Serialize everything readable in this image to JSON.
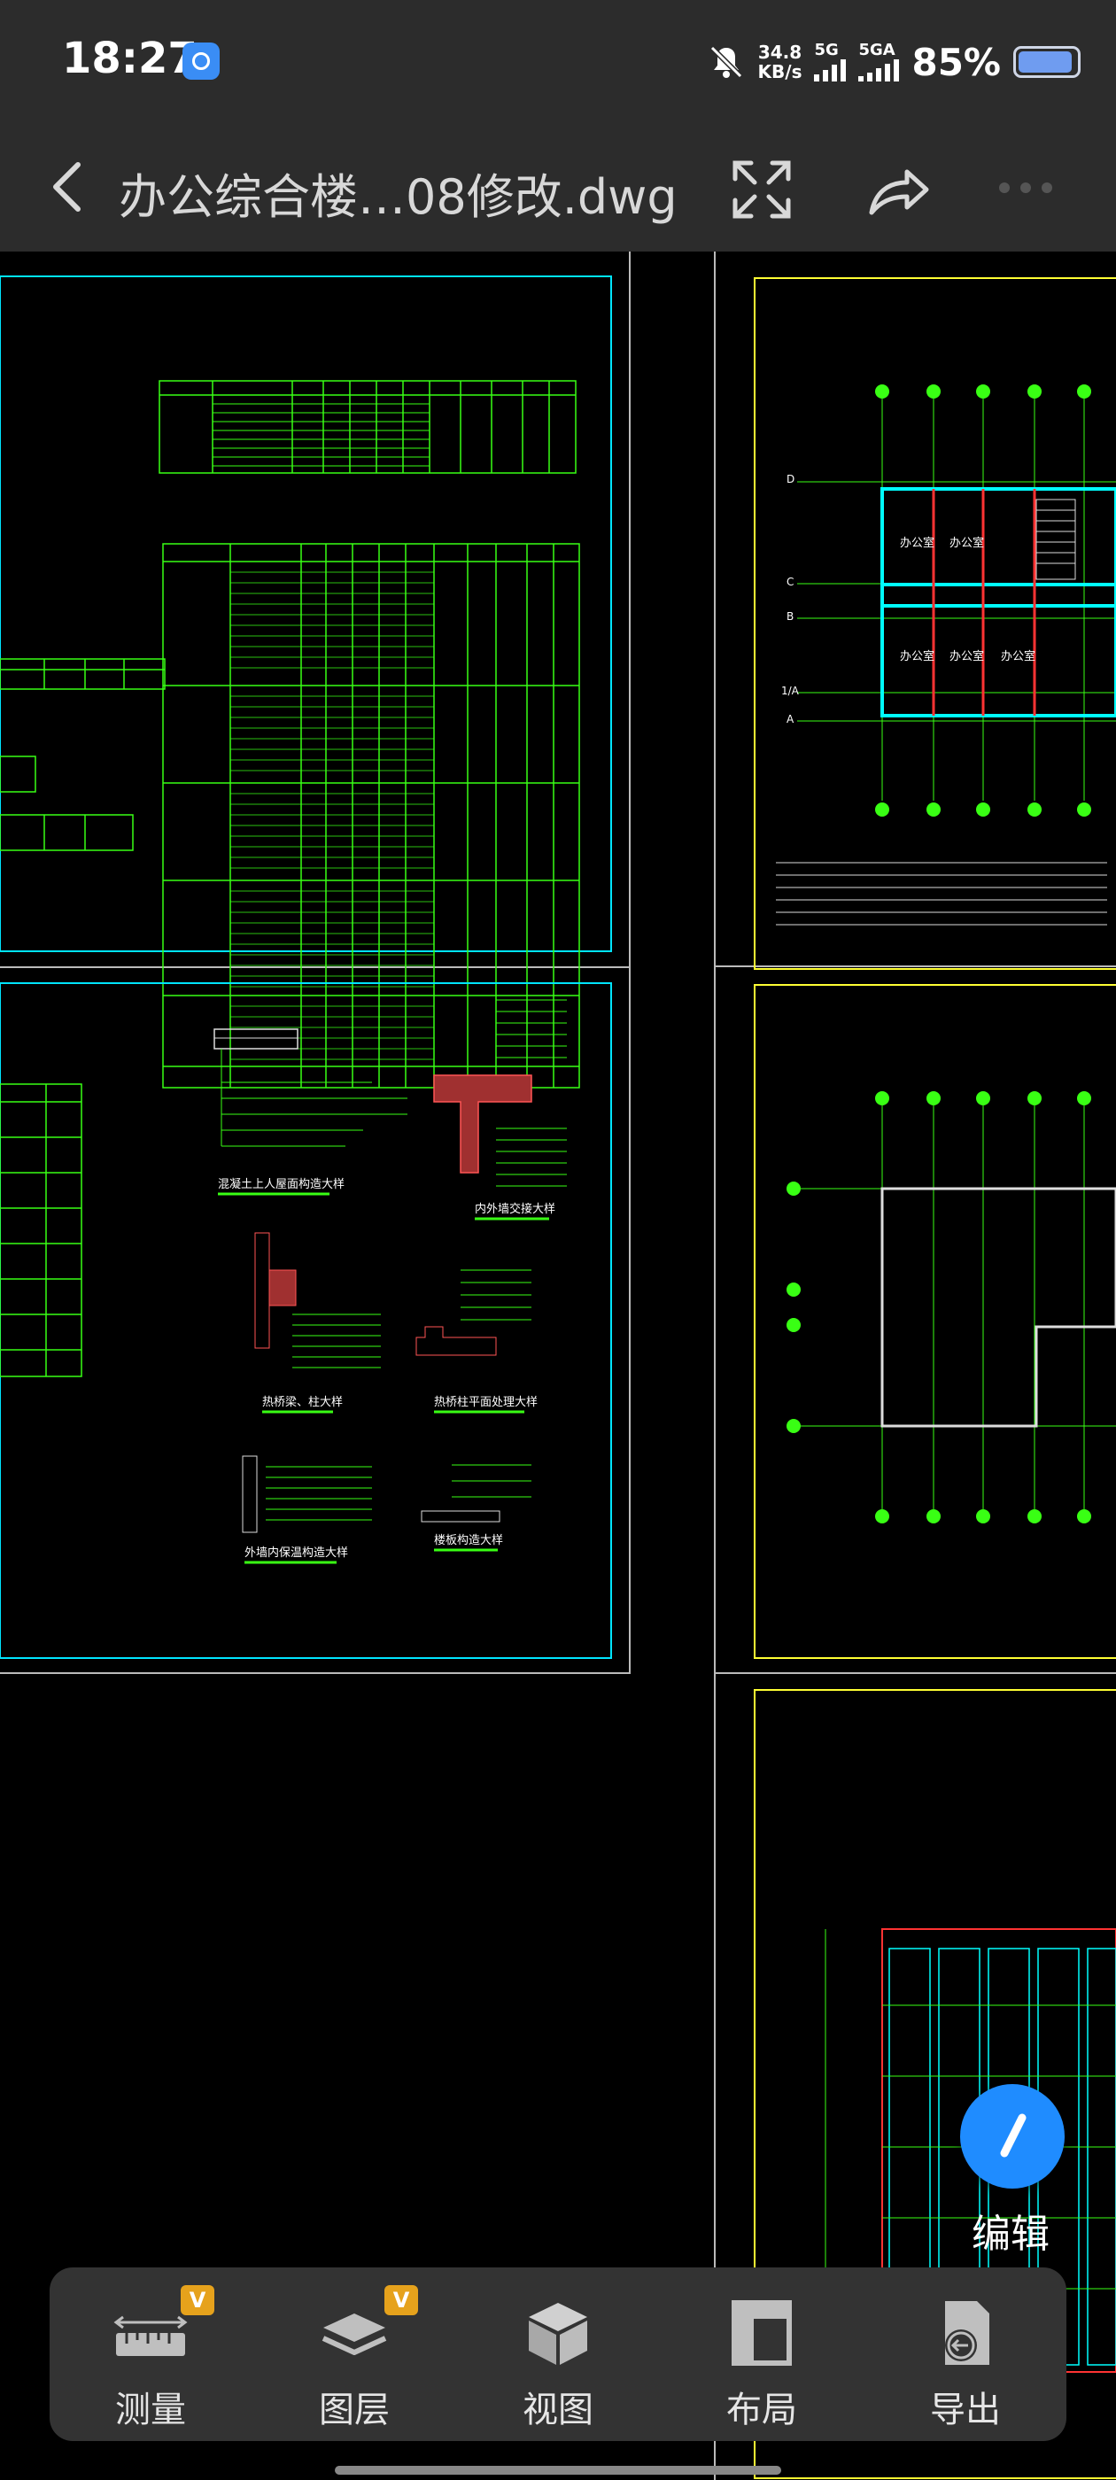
{
  "status_bar": {
    "time": "18:27",
    "net_speed_value": "34.8",
    "net_speed_unit": "KB/s",
    "sim1_label": "5G",
    "sim2_label": "5GA",
    "battery_percent": "85%",
    "battery_level": 0.85
  },
  "title_bar": {
    "title": "办公综合楼…08修改.dwg",
    "icons": [
      "back-icon",
      "fullscreen-icon",
      "share-icon",
      "more-icon"
    ]
  },
  "drawing": {
    "sheet_texts": {
      "detail_1": "混凝土上人屋面构造大样",
      "detail_2": "内外墙交接大样",
      "detail_3": "热桥梁、柱大样",
      "detail_4": "热桥柱平面处理大样",
      "detail_5": "外墙内保温构造大样",
      "detail_6": "楼板构造大样",
      "room_label": "办公室",
      "axis_labels": [
        "D",
        "C",
        "B",
        "1/A",
        "A"
      ]
    },
    "colors": {
      "frame_cyan": "#00e5ff",
      "frame_yellow": "#ffff33",
      "line_green": "#39ff14",
      "wall_cyan": "#00ffff",
      "text_white": "#ffffff"
    }
  },
  "edit_button": {
    "label": "编辑"
  },
  "toolbar": {
    "items": [
      {
        "label": "测量",
        "icon": "ruler-icon",
        "vip": "V"
      },
      {
        "label": "图层",
        "icon": "layers-icon",
        "vip": "V"
      },
      {
        "label": "视图",
        "icon": "cube-icon"
      },
      {
        "label": "布局",
        "icon": "layout-icon"
      },
      {
        "label": "导出",
        "icon": "export-icon"
      }
    ]
  }
}
